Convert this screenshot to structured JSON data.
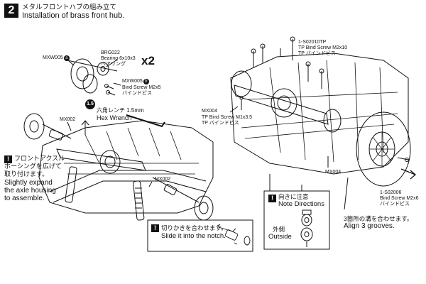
{
  "step": {
    "number": "2",
    "title_jp": "メタルフロントハブの組み立て",
    "title_en": "Installation of brass front hub."
  },
  "parts": {
    "mxw005a": "MXW005",
    "mxw005a_circle": "a",
    "brg022_code": "BRG022",
    "brg022_name": "Bearing 6x10x3",
    "brg022_jp": "ベアリング",
    "qty": "x2",
    "mxw005b": "MXW005",
    "mxw005b_circle": "b",
    "bind_m2x5_name": "Bind Screw M2x5",
    "bind_m2x5_jp": "バインドビス",
    "wrench_size": "1.5",
    "wrench_jp": "六角レンチ 1.5mm",
    "wrench_en": "Hex Wrench",
    "mx002_top": "MX002",
    "mx002_bottom": "MX002",
    "mx004_left": "MX004",
    "tp_m1x3_name": "TP Bind Screw M1x3.5",
    "tp_m1x3_jp": "TP バインドビス",
    "s02010tp_code": "1-S02010TP",
    "s02010tp_name": "TP Bind Screw M2x10",
    "s02010tp_jp": "TP バインドビス",
    "mx004_right": "MX004",
    "s02006_code": "1-S02006",
    "s02006_name": "Bind Screw M2x6",
    "s02006_jp": "バインドビス"
  },
  "notes": {
    "expand_jp1": "フロントアクスル",
    "expand_jp2": "ホーシングを広げて",
    "expand_jp3": "取り付けます。",
    "expand_en1": "Slightly expand",
    "expand_en2": "the axle housing",
    "expand_en3": "to assemble.",
    "notch_jp": "切りかきを合わせます。",
    "notch_en": "Slide it into the notch.",
    "direction_jp": "向きに注意",
    "direction_en": "Note Directions",
    "outside_jp": "外側",
    "outside_en": "Outside",
    "grooves_jp": "3箇所の溝を合わせます。",
    "grooves_en": "Align 3 grooves."
  }
}
